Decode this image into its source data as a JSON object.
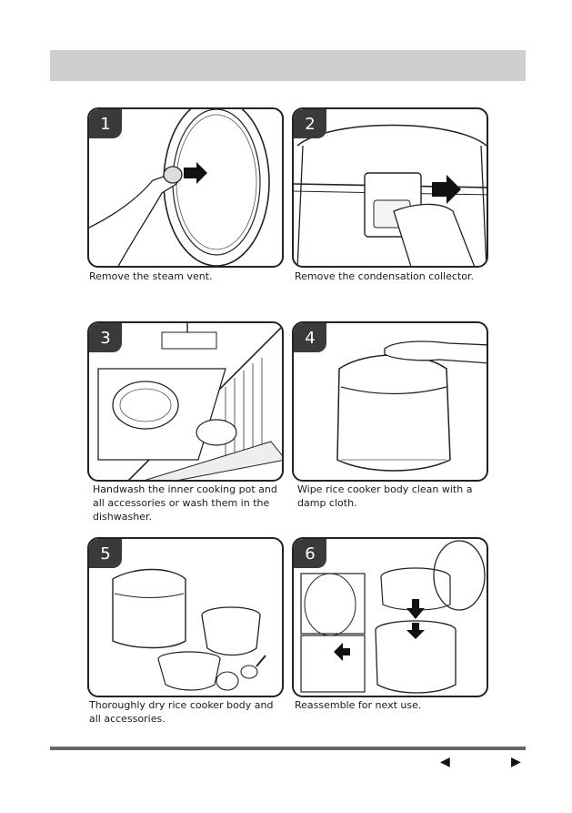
{
  "steps": [
    {
      "number": "1",
      "caption": "Remove the steam vent."
    },
    {
      "number": "2",
      "caption": "Remove the condensation collector."
    },
    {
      "number": "3",
      "caption": "Handwash the inner cooking pot and all accessories or wash them in the dishwasher."
    },
    {
      "number": "4",
      "caption": "Wipe rice cooker body clean with a damp cloth."
    },
    {
      "number": "5",
      "caption": "Thoroughly dry rice cooker body and all accessories."
    },
    {
      "number": "6",
      "caption": "Reassemble for next use."
    }
  ],
  "nav": {
    "prev": "◀",
    "next": "▶"
  }
}
